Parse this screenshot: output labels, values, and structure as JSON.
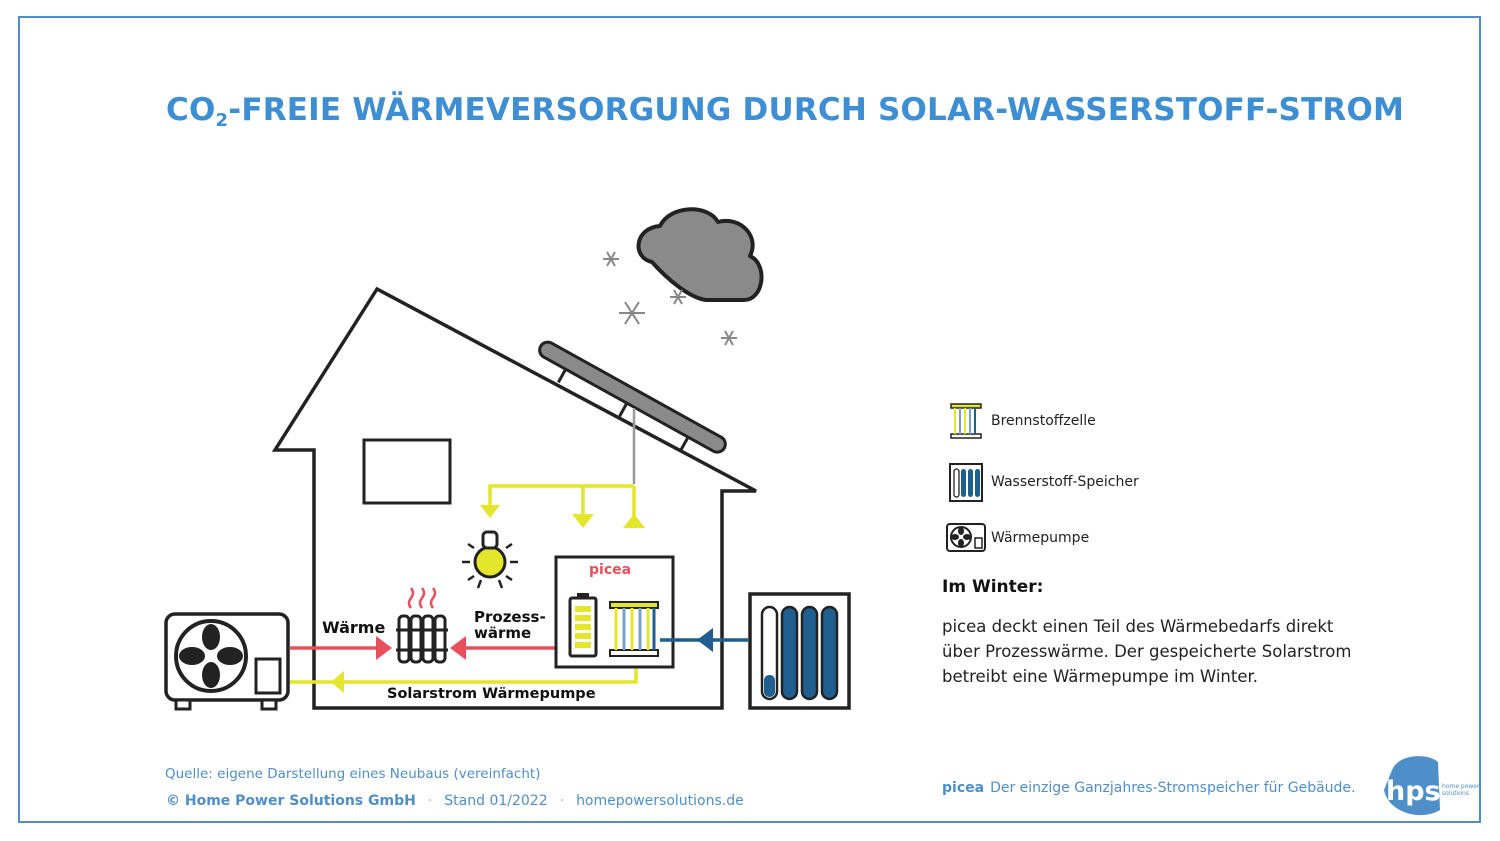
{
  "title": {
    "prefix": "CO",
    "sub": "2",
    "rest": "-FREIE WÄRMEVERSORGUNG DURCH SOLAR-WASSERSTOFF-STROM"
  },
  "diagram": {
    "label_waerme": "Wärme",
    "label_prozess_1": "Prozess-",
    "label_prozess_2": "wärme",
    "label_solarstrom": "Solarstrom Wärmepumpe",
    "picea_label": "picea"
  },
  "legend": {
    "items": [
      {
        "icon": "fuel-cell-icon",
        "label": "Brennstoffzelle"
      },
      {
        "icon": "hydrogen-storage-icon",
        "label": "Wasserstoff-Speicher"
      },
      {
        "icon": "heat-pump-icon",
        "label": "Wärmepumpe"
      }
    ]
  },
  "winter": {
    "heading": "Im Winter:",
    "text": "picea deckt einen Teil des Wärmebedarfs direkt über Prozesswärme. Der gespeicherte Solarstrom betreibt eine Wärmepumpe im Winter."
  },
  "source": "Quelle: eigene Darstellung eines Neubaus (vereinfacht)",
  "footer": {
    "company": "© Home Power Solutions GmbH",
    "sep1": "·",
    "date": "Stand 01/2022",
    "sep2": "·",
    "website": "homepowersolutions.de"
  },
  "tagline": {
    "brand": "picea",
    "text": "Der einzige Ganzjahres-Stromspeicher für Gebäude."
  },
  "logo": {
    "text": "hps",
    "sub": "home power solutions"
  },
  "colors": {
    "accent": "#3d8ed2",
    "heat": "#e8505e",
    "solar": "#e3e62a",
    "hydrogen": "#1f5f8f",
    "cloud": "#8a8a8a"
  }
}
